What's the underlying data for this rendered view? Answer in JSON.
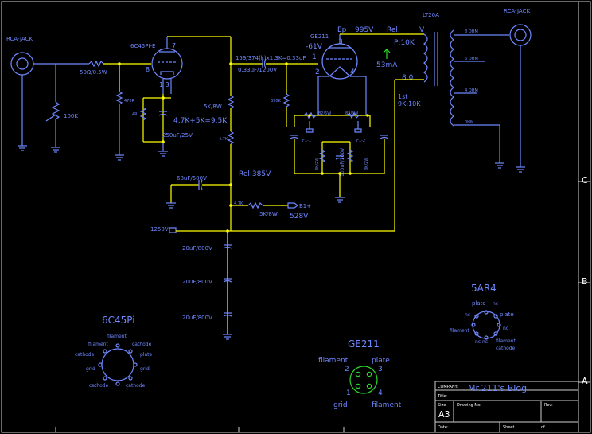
{
  "schematic": {
    "labels": {
      "rca_in": "RCA-JACK",
      "rca_out": "RCA-JACK",
      "tube_input": "6C45PI-E",
      "tube_output": "GE211",
      "transformer": "LT20A",
      "r_series": "50Ω/0.5W",
      "pot": "100K",
      "r_grid": "470R",
      "r_cath": "4R",
      "cath_cap": "250uF/25V",
      "r_sum": "4.7K+5K=9.5K",
      "r_5k": "5K/8W",
      "r_47k": "4.7K",
      "coupling": "159/374(k)x1.3K=0.33uF",
      "coupling2": "0.33uF/1200V",
      "ep": "Ep",
      "ep_v": "995V",
      "rel": "Rel:",
      "rel_v": "V",
      "p_load": "P:10K",
      "ma": "53mA",
      "grid_bias": "-61V",
      "r_grid2": "390K",
      "b_voltage": "8.0",
      "ratio_1": "1st",
      "ratio_2": "9K:10K",
      "r_fil1": "82/5W",
      "r_fil2": "82/5W",
      "fil_left": "F1-1",
      "fil_right": "F1-2",
      "cap_fil": "100uF/100V",
      "r_fil_a": "3K/2W",
      "r_fil_b": "3K/2W",
      "cap_hv": "68uF/500V",
      "rel_385": "Rel:385V",
      "r_dropper": "5K/8W",
      "b1": "B1+",
      "v528": "528V",
      "v1250": "1250V",
      "caps": [
        "20uF/800V",
        "20uF/800V",
        "20uF/800V"
      ],
      "ohm_taps": [
        "8 OHM",
        "6 OHM",
        "4 OHM",
        "0HM"
      ],
      "pin_tube1_top": "7",
      "pin_tube1_8": "8",
      "pin_tube1_13": "1 3",
      "pin_ge_3": "3",
      "pin_ge_1": "1",
      "pin_ge_2": "2",
      "pin_ge_4": "4"
    },
    "pinouts": {
      "tube_6c45": {
        "title": "6C45Pi",
        "pins": [
          "filament",
          "filament",
          "cathode",
          "cathode",
          "plate",
          "grid",
          "grid",
          "cathode",
          "cathode"
        ]
      },
      "tube_ge211": {
        "title": "GE211",
        "pins": [
          "filament",
          "plate",
          "grid",
          "filament"
        ],
        "numbers": [
          "2",
          "3",
          "1",
          "4"
        ]
      },
      "tube_5ar4": {
        "title": "5AR4",
        "pins": [
          "plate",
          "nc",
          "nc",
          "plate",
          "filament",
          "nc",
          "filament",
          "cathode",
          "nc",
          "nc"
        ]
      }
    },
    "border_markers": {
      "right": [
        "C",
        "B",
        "A"
      ]
    },
    "title_block": {
      "company_label": "COMPANY:",
      "company": "Mr.211's Blog",
      "title_label": "Title:",
      "size_label": "Size",
      "size": "A3",
      "drawing_label": "Drawing No:",
      "rev_label": "Rev:",
      "date_label": "Date:",
      "sheet_label": "Sheet",
      "of_label": "of"
    }
  }
}
